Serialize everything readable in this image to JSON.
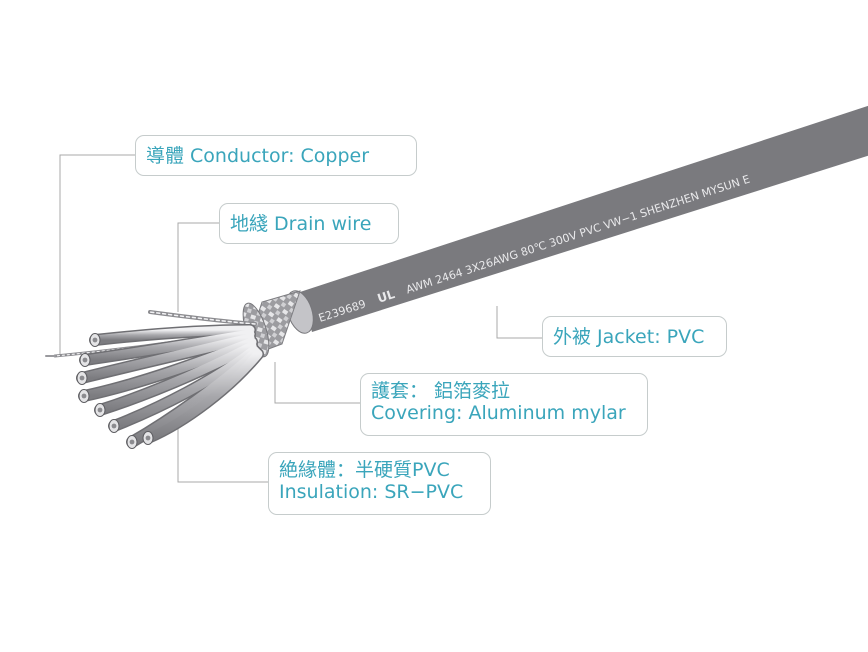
{
  "labels": {
    "conductor": {
      "line1": "導體  Conductor: Copper"
    },
    "drain": {
      "line1": "地綫 Drain wire"
    },
    "jacket": {
      "line1": "外被 Jacket: PVC"
    },
    "covering": {
      "line1": "護套： 鋁箔麥拉",
      "line2": "Covering: Aluminum mylar"
    },
    "insulation": {
      "line1": "絶緣體：半硬質PVC",
      "line2": "Insulation: SR−PVC"
    }
  },
  "jacket_print": {
    "file_no": "E239689",
    "ul_mark": "UL",
    "legend": "AWM 2464 3X26AWG 80℃ 300V PVC VW−1 SHENZHEN MYSUN E"
  },
  "colors": {
    "label_text": "#3aa5bb",
    "label_border": "#c6cccc",
    "leader_line": "#a9a9a9",
    "jacket": "#8a8a8e",
    "shield_foil": "#b8b8bc"
  }
}
